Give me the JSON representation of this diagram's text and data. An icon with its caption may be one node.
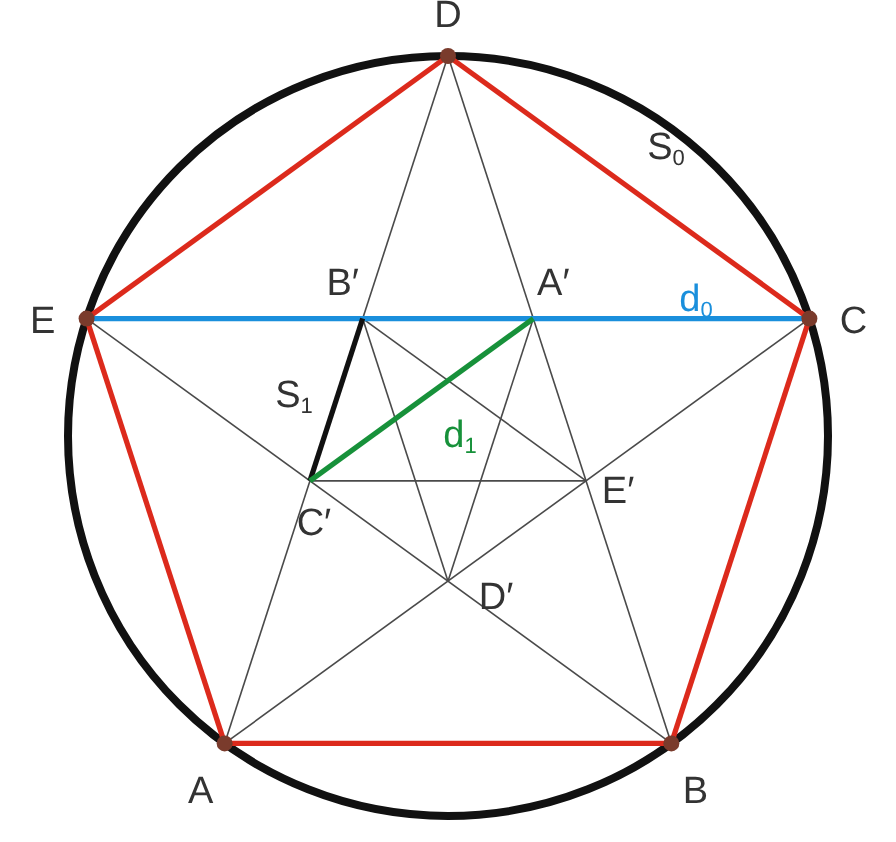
{
  "diagram": {
    "nodes": [
      {
        "text": [
          "D"
        ]
      },
      {
        "text": [
          "E"
        ]
      },
      {
        "text": [
          "B′"
        ]
      },
      {
        "text": [
          "A′"
        ]
      },
      {
        "text": [
          "C"
        ]
      },
      {
        "text": [
          "C′"
        ]
      },
      {
        "text": [
          "E′"
        ]
      },
      {
        "text": [
          "D′"
        ]
      },
      {
        "text": [
          "A"
        ]
      },
      {
        "text": [
          "B"
        ]
      }
    ],
    "edges": [
      {
        "from": 8,
        "to": 9,
        "arrow": "none",
        "style": "thick",
        "color": "#dc2a1c"
      },
      {
        "from": 9,
        "to": 4,
        "arrow": "none",
        "style": "thick",
        "color": "#dc2a1c"
      },
      {
        "from": 4,
        "to": 0,
        "arrow": "none",
        "style": "thick",
        "color": "#dc2a1c",
        "label": "S$_{0}$"
      },
      {
        "from": 0,
        "to": 1,
        "arrow": "none",
        "style": "thick",
        "color": "#dc2a1c"
      },
      {
        "from": 1,
        "to": 8,
        "arrow": "none",
        "style": "thick",
        "color": "#dc2a1c"
      },
      {
        "from": 1,
        "to": 4,
        "arrow": "none",
        "style": "thick",
        "color": "#1a8fdc",
        "label": "d$_{0}$"
      },
      {
        "from": 0,
        "to": 8,
        "arrow": "none"
      },
      {
        "from": 0,
        "to": 9,
        "arrow": "none"
      },
      {
        "from": 1,
        "to": 9,
        "arrow": "none"
      },
      {
        "from": 4,
        "to": 8,
        "arrow": "none"
      },
      {
        "from": 2,
        "to": 5,
        "arrow": "none",
        "style": "thick",
        "color": "#111111",
        "label": "S$_{1}$"
      },
      {
        "from": 5,
        "to": 3,
        "arrow": "none",
        "style": "thick",
        "color": "#17913a",
        "label": "d$_{1}$"
      },
      {
        "from": 2,
        "to": 7,
        "arrow": "none"
      },
      {
        "from": 3,
        "to": 7,
        "arrow": "none"
      },
      {
        "from": 2,
        "to": 6,
        "arrow": "none"
      },
      {
        "from": 5,
        "to": 6,
        "arrow": "none"
      }
    ]
  }
}
